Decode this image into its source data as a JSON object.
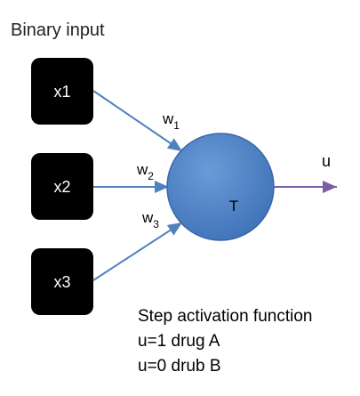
{
  "title": "Binary input",
  "inputs": [
    {
      "label": "x1"
    },
    {
      "label": "x2"
    },
    {
      "label": "x3"
    }
  ],
  "weights": [
    {
      "base": "w",
      "sub": "1"
    },
    {
      "base": "w",
      "sub": "2"
    },
    {
      "base": "w",
      "sub": "3"
    }
  ],
  "neuron": {
    "label": "T"
  },
  "output": {
    "label": "u"
  },
  "notes": {
    "heading": "Step activation function",
    "line1": "u=1 drug A",
    "line2": "u=0 drub B"
  },
  "colors": {
    "input_box": "#000000",
    "input_text": "#ffffff",
    "neuron_fill": "#4a7ec8",
    "neuron_stroke": "#3a66a8",
    "arrow": "#4f81bd",
    "output_arrow": "#7b5ea7"
  }
}
